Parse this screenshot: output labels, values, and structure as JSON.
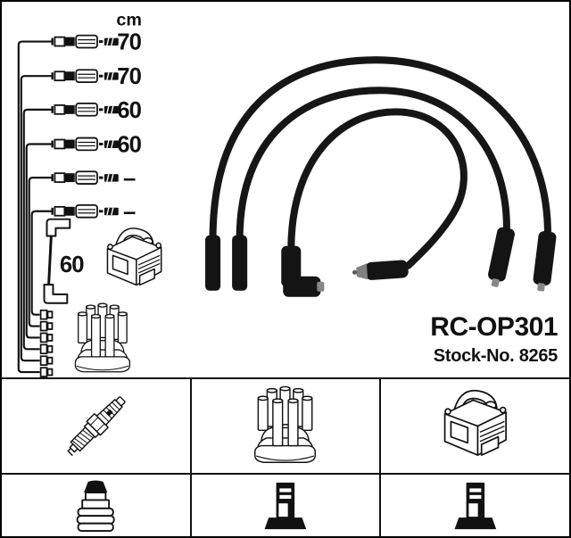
{
  "top": {
    "unit_header": "cm",
    "cable_rows": [
      {
        "length": "70"
      },
      {
        "length": "70"
      },
      {
        "length": "60"
      },
      {
        "length": "60"
      },
      {
        "length": "–"
      },
      {
        "length": "–"
      }
    ],
    "coil_wire_length": "60",
    "product_code": "RC-OP301",
    "stock_label": "Stock-No. 8265"
  },
  "colors": {
    "ink": "#111111",
    "background": "#ffffff",
    "border": "#000000",
    "cable_black": "#161616",
    "tip_gray": "#888888"
  },
  "grid": {
    "row1": [
      {
        "icon": "spark-plug-icon"
      },
      {
        "icon": "distributor-cap-icon"
      },
      {
        "icon": "ignition-coil-icon"
      }
    ],
    "row2": [
      {
        "icon": "plug-boot-icon"
      },
      {
        "icon": "distributor-terminal-icon"
      },
      {
        "icon": "coil-terminal-icon"
      }
    ]
  }
}
